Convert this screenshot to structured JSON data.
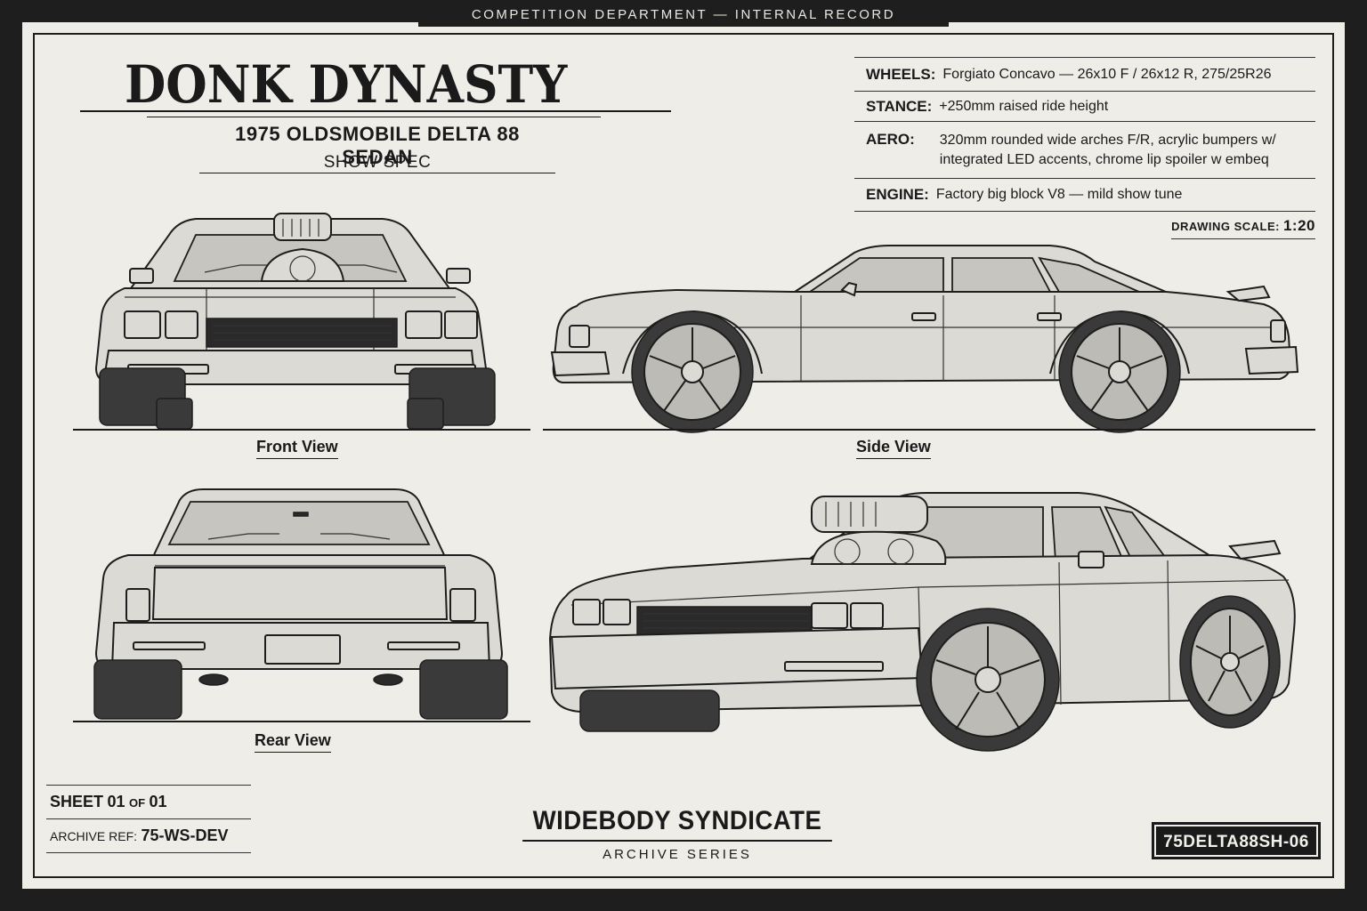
{
  "header": {
    "strip": "COMPETITION DEPARTMENT — INTERNAL RECORD"
  },
  "title": {
    "main": "Donk Dynasty",
    "model": "1975 OLDSMOBILE DELTA 88 SEDAN",
    "spec": "SHOW SPEC"
  },
  "specs": [
    {
      "key": "WHEELS:",
      "value": "Forgiato Concavo — 26x10 F / 26x12 R, 275/25R26"
    },
    {
      "key": "STANCE:",
      "value": "+250mm raised ride height"
    },
    {
      "key": "AERO:",
      "value": "320mm rounded wide arches F/R, acrylic bumpers w/ integrated LED accents, chrome lip spoiler w embeq"
    },
    {
      "key": "ENGINE:",
      "value": "Factory big block V8 — mild show tune"
    }
  ],
  "scale": {
    "label": "DRAWING SCALE:",
    "value": "1:20"
  },
  "views": {
    "front": "Front View",
    "side": "Side View",
    "rear": "Rear View"
  },
  "footer": {
    "sheet_label": "SHEET",
    "sheet_num": "01",
    "sheet_of": "OF",
    "sheet_total": "01",
    "archive_label": "ARCHIVE REF:",
    "archive_value": "75-WS-DEV",
    "brand": "WIDEBODY SYNDICATE",
    "brand_sub": "ARCHIVE SERIES",
    "code": "75DELTA88SH-06"
  },
  "colors": {
    "paper": "#efede8",
    "ink": "#1e1e1e",
    "body": "#dcdad4"
  }
}
